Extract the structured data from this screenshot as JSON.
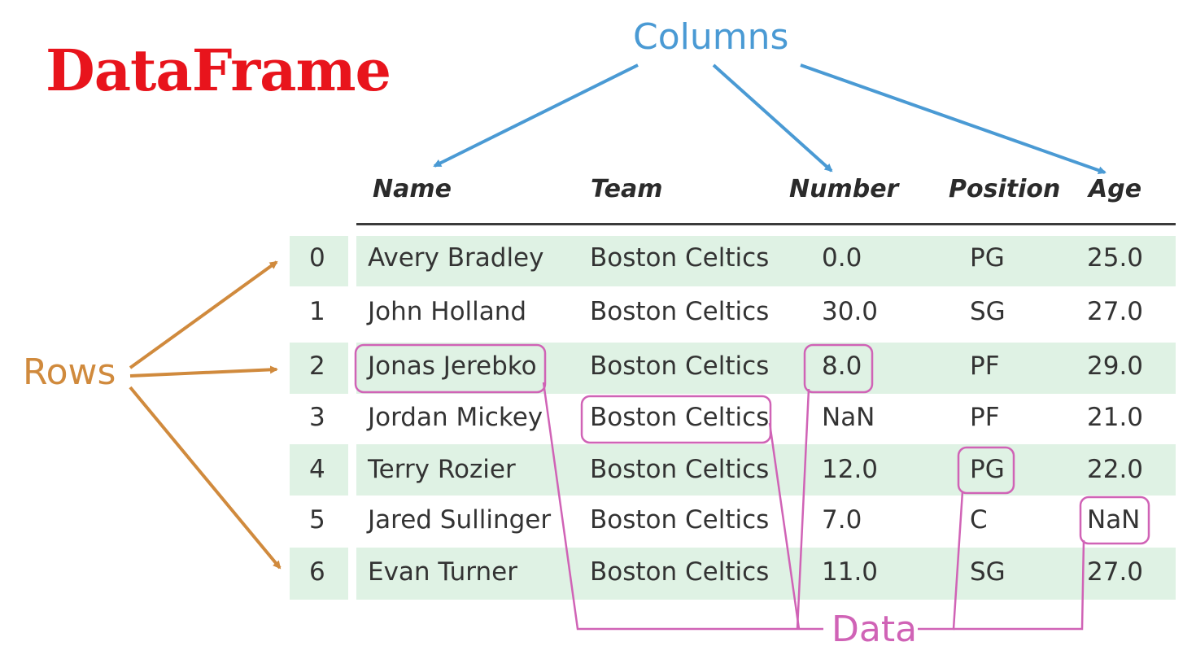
{
  "title": "DataFrame",
  "labels": {
    "columns": "Columns",
    "rows": "Rows",
    "data": "Data"
  },
  "headers": [
    "Name",
    "Team",
    "Number",
    "Position",
    "Age"
  ],
  "rows": [
    {
      "index": "0",
      "name": "Avery Bradley",
      "team": "Boston Celtics",
      "number": "0.0",
      "position": "PG",
      "age": "25.0"
    },
    {
      "index": "1",
      "name": "John Holland",
      "team": "Boston Celtics",
      "number": "30.0",
      "position": "SG",
      "age": "27.0"
    },
    {
      "index": "2",
      "name": "Jonas Jerebko",
      "team": "Boston Celtics",
      "number": "8.0",
      "position": "PF",
      "age": "29.0"
    },
    {
      "index": "3",
      "name": "Jordan Mickey",
      "team": "Boston Celtics",
      "number": "NaN",
      "position": "PF",
      "age": "21.0"
    },
    {
      "index": "4",
      "name": "Terry Rozier",
      "team": "Boston Celtics",
      "number": "12.0",
      "position": "PG",
      "age": "22.0"
    },
    {
      "index": "5",
      "name": "Jared Sullinger",
      "team": "Boston Celtics",
      "number": "7.0",
      "position": "C",
      "age": "NaN"
    },
    {
      "index": "6",
      "name": "Evan Turner",
      "team": "Boston Celtics",
      "number": "11.0",
      "position": "SG",
      "age": "27.0"
    }
  ],
  "colors": {
    "title": "#e8141c",
    "columns": "#4a9ad4",
    "rows": "#d08a3d",
    "data": "#d063b6",
    "band": "#dff2e4"
  }
}
